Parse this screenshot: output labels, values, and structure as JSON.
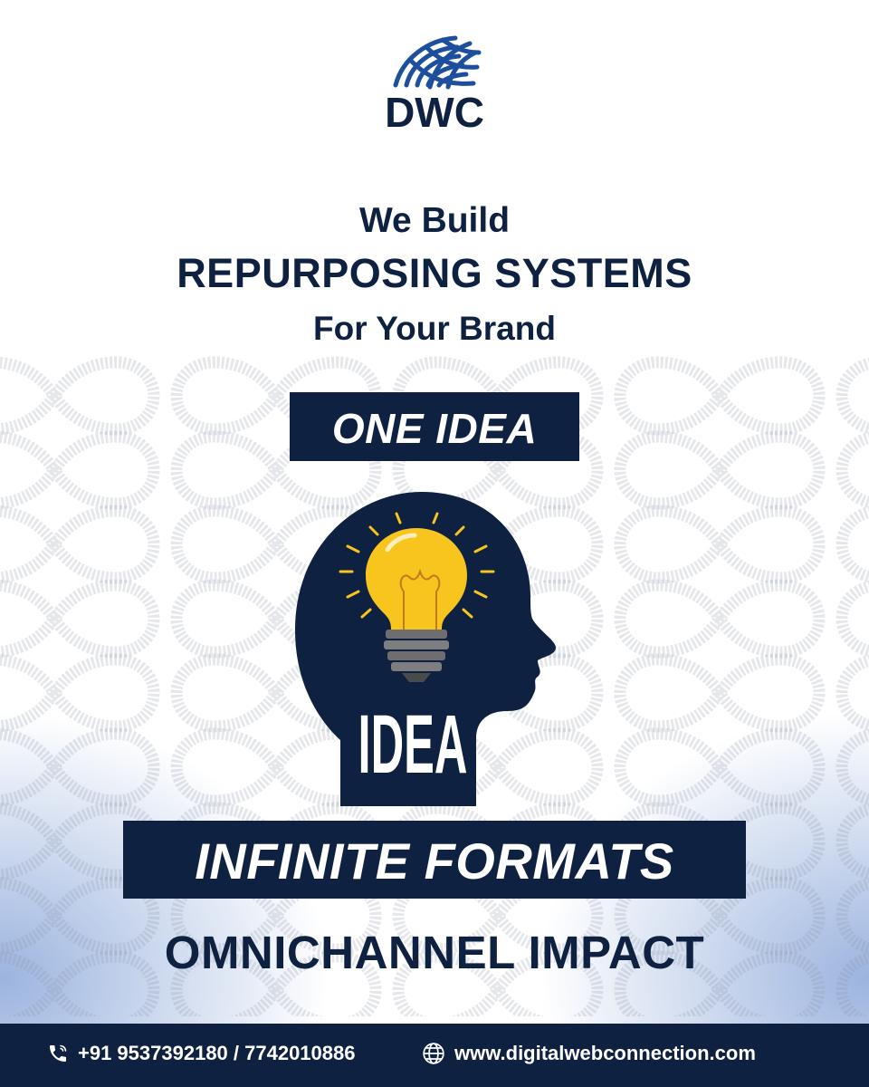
{
  "brand": {
    "logo_text": "DWC"
  },
  "headline": {
    "line1": "We Build",
    "line2": "REPURPOSING SYSTEMS",
    "line3": "For Your Brand"
  },
  "tagline": {
    "one": "ONE IDEA",
    "infinite": "INFINITE FORMATS",
    "impact": "OMNICHANNEL IMPACT"
  },
  "illustration": {
    "head_label": "IDEA",
    "icon": "lightbulb-in-head-icon"
  },
  "footer": {
    "phone": "+91 9537392180 / 7742010886",
    "website": "www.digitalwebconnection.com",
    "phone_icon": "phone-icon",
    "web_icon": "globe-icon"
  },
  "colors": {
    "navy": "#0f2140",
    "accent_blue": "#2b5fb4",
    "bulb_yellow": "#f7c51e",
    "white": "#ffffff"
  }
}
